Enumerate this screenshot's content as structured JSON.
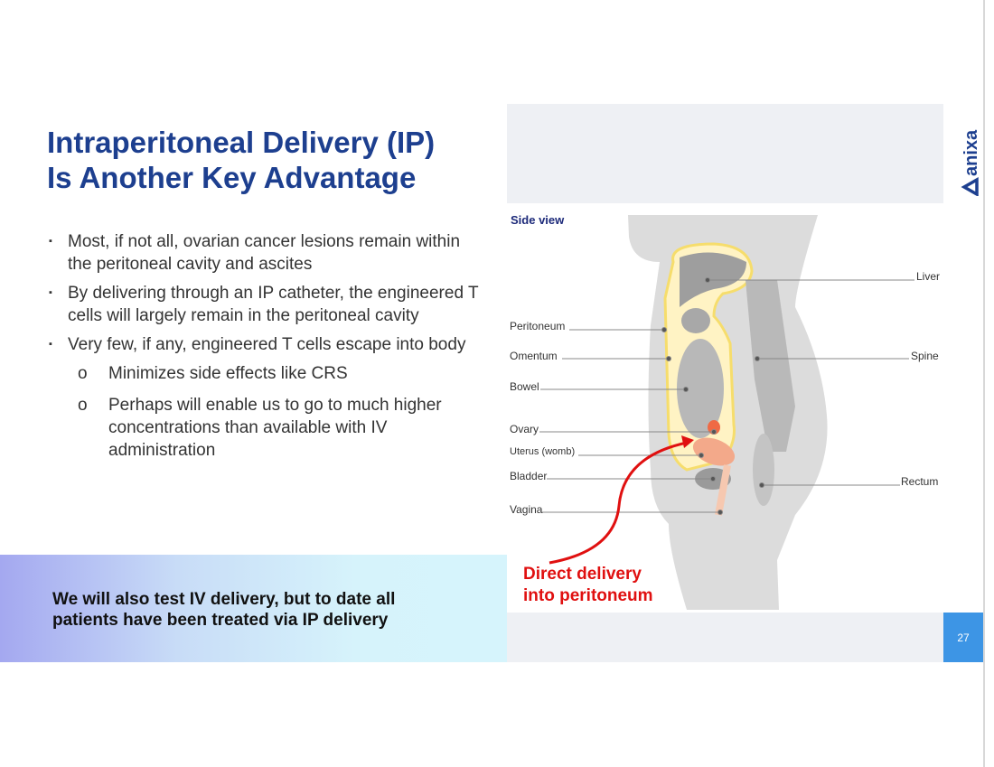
{
  "title": [
    "Intraperitoneal Delivery (IP)",
    "Is Another Key Advantage"
  ],
  "bullets": [
    "Most, if not all, ovarian cancer lesions remain within the peritoneal cavity and ascites",
    "By delivering through an IP catheter, the engineered T cells will largely remain in the peritoneal cavity",
    "Very few, if any, engineered T cells escape into body"
  ],
  "sub_bullets": [
    "Minimizes side effects like CRS",
    "Perhaps will enable us to go to much higher concentrations than available with IV administration"
  ],
  "bullet_marker": "▪",
  "sub_marker": "o",
  "banner": "We will also test IV delivery, but to date all patients have been treated via IP delivery",
  "figure": {
    "heading": "Side view",
    "labels_left": [
      "Peritoneum",
      "Omentum",
      "Bowel",
      "Ovary",
      "Uterus (womb)",
      "Bladder",
      "Vagina"
    ],
    "labels_right": [
      "Liver",
      "Spine",
      "Rectum"
    ],
    "callout": [
      "Direct delivery",
      "into peritoneum"
    ]
  },
  "logo": "anixa",
  "page_number": "27",
  "colors": {
    "title": "#1d3f8f",
    "callout": "#e01010",
    "page_badge": "#3d95e5"
  }
}
